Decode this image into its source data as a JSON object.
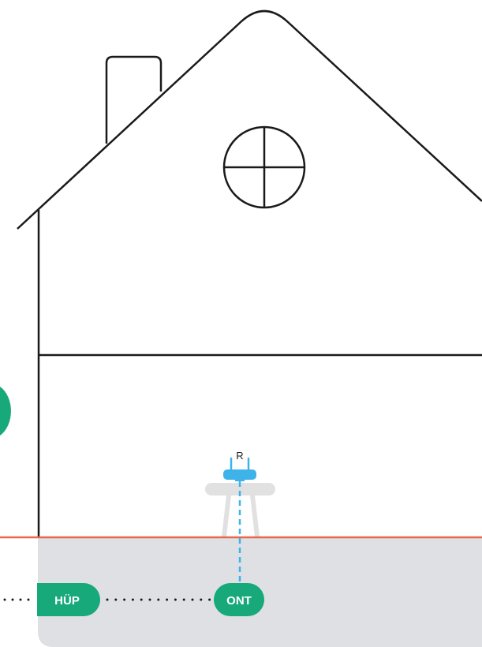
{
  "labels": {
    "hup": "HÜP",
    "ont": "ONT",
    "router": "R"
  },
  "colors": {
    "outline": "#1a1a1a",
    "ground_line": "#e8674a",
    "basement": "#dfe0e3",
    "pill": "#17a97a",
    "router": "#3db3e9",
    "table": "#e1e1e1"
  },
  "icons": {
    "window": "round-window-icon",
    "router": "router-icon"
  }
}
